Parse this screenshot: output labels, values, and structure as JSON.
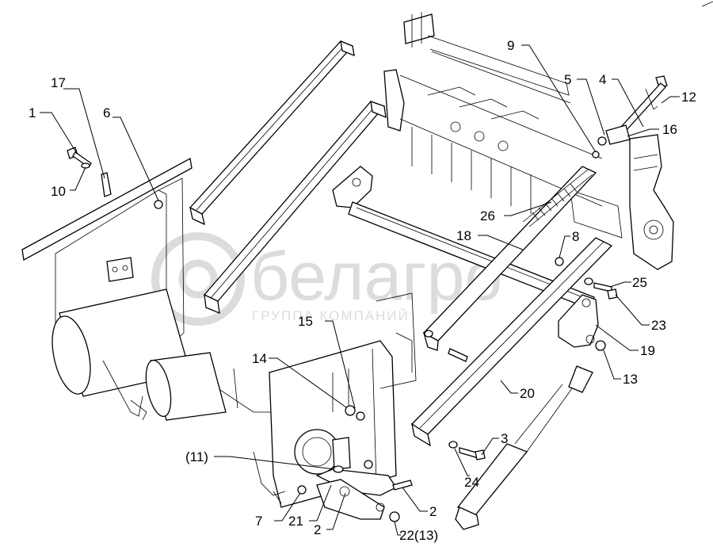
{
  "labels": {
    "l1": "1",
    "l17": "17",
    "l6": "6",
    "l10": "10",
    "l9": "9",
    "l5": "5",
    "l4": "4",
    "l12": "12",
    "l16": "16",
    "l26": "26",
    "l18": "18",
    "l8": "8",
    "l25": "25",
    "l23": "23",
    "l19": "19",
    "l13": "13",
    "l20": "20",
    "l15": "15",
    "l14": "14",
    "l3": "3",
    "l24": "24",
    "l11": "(11)",
    "l2a": "2",
    "l2b": "2",
    "l7": "7",
    "l21": "21",
    "l22": "22(13)"
  },
  "watermark": {
    "brand": "белагро",
    "tagline": "ГРУППА КОМПАНИЙ"
  }
}
